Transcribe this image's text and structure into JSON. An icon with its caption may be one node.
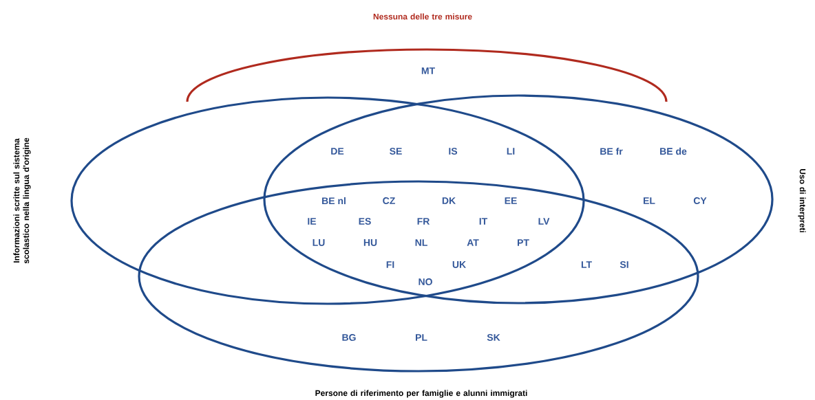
{
  "diagram": {
    "nodes": [
      {
        "text": [
          "Nessuna delle tre misure"
        ]
      },
      {
        "text": [
          "Informazioni scritte sul sistema scolastico nella lingua d'origine"
        ]
      },
      {
        "text": [
          "Uso di interpreti"
        ]
      },
      {
        "text": [
          "Persone di riferimento per famiglie e alunni immigrati"
        ]
      }
    ],
    "labels": [
      "MT",
      "DE",
      "SE",
      "IS",
      "LI",
      "BE fr",
      "BE de",
      "BE nl",
      "CZ",
      "DK",
      "EE",
      "EL",
      "CY",
      "IE",
      "ES",
      "FR",
      "IT",
      "LV",
      "LU",
      "HU",
      "NL",
      "AT",
      "PT",
      "FI",
      "UK",
      "LT",
      "SI",
      "NO",
      "BG",
      "PL",
      "SK"
    ]
  }
}
